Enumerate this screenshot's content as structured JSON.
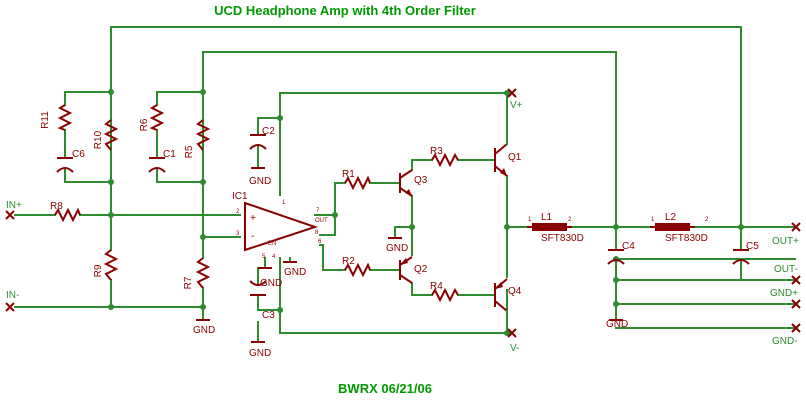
{
  "title": "UCD Headphone Amp with 4th Order Filter",
  "footer": "BWRX 06/21/06",
  "ports": {
    "in_plus": "IN+",
    "in_minus": "IN-",
    "out_plus": "OUT+",
    "out_minus": "OUT-",
    "gnd_plus": "GND+",
    "gnd_minus": "GND-",
    "vplus": "V+",
    "vminus": "V-"
  },
  "gnd_label": "GND",
  "parts": {
    "R1": "R1",
    "R2": "R2",
    "R3": "R3",
    "R4": "R4",
    "R5": "R5",
    "R6": "R6",
    "R7": "R7",
    "R8": "R8",
    "R9": "R9",
    "R10": "R10",
    "R11": "R11",
    "C1": "C1",
    "C2": "C2",
    "C3": "C3",
    "C4": "C4",
    "C5": "C5",
    "C6": "C6",
    "Q1": "Q1",
    "Q2": "Q2",
    "Q3": "Q3",
    "Q4": "Q4",
    "IC1": "IC1",
    "L1": "L1",
    "L2": "L2",
    "L1_value": "SFT830D",
    "L2_value": "SFT830D"
  },
  "opamp_pins": {
    "p1": "1",
    "p2": "2",
    "p3": "3",
    "p4": "4",
    "p5": "5",
    "p6": "6",
    "p7": "7",
    "p8": "8",
    "plus": "+",
    "minus": "-",
    "out": "OUT",
    "en": "EN"
  },
  "inductor_pins": {
    "a": "1",
    "b": "2"
  }
}
